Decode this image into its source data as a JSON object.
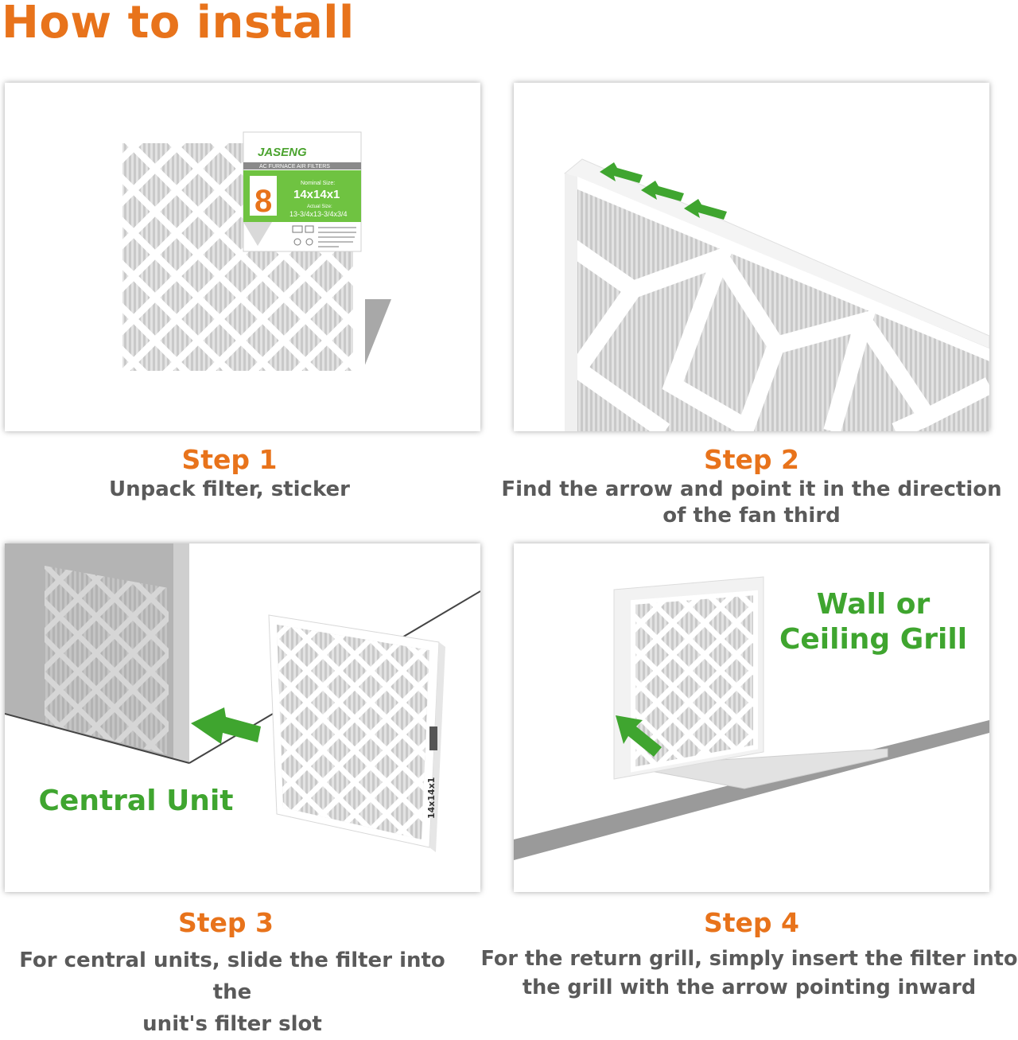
{
  "title": "How to install",
  "sticker": {
    "brand": "JASENG",
    "subtitle": "AC FURNACE AIR FILTERS",
    "merv": "8",
    "nominal_label": "Nominal Size:",
    "nominal_size": "14x14x1",
    "actual_label": "Actual Size:",
    "actual_size": "13-3/4x13-3/4x3/4"
  },
  "filter_edge_text": "14x14x1",
  "steps": [
    {
      "label": "Step 1",
      "caption": [
        "Unpack filter, sticker"
      ]
    },
    {
      "label": "Step 2",
      "caption": [
        "Find the arrow and point it in the direction",
        "of the fan third"
      ]
    },
    {
      "label": "Step 3",
      "caption": [
        "For central units, slide the filter into the",
        "unit's filter slot"
      ],
      "image_label": "Central Unit"
    },
    {
      "label": "Step 4",
      "caption": [
        "For the return grill, simply insert the filter into",
        "the grill with the arrow pointing inward"
      ],
      "image_label": [
        "Wall or",
        "Ceiling Grill"
      ]
    }
  ],
  "colors": {
    "accent_orange": "#e8731b",
    "accent_green": "#3fa52f",
    "caption_gray": "#5a5a5a"
  }
}
